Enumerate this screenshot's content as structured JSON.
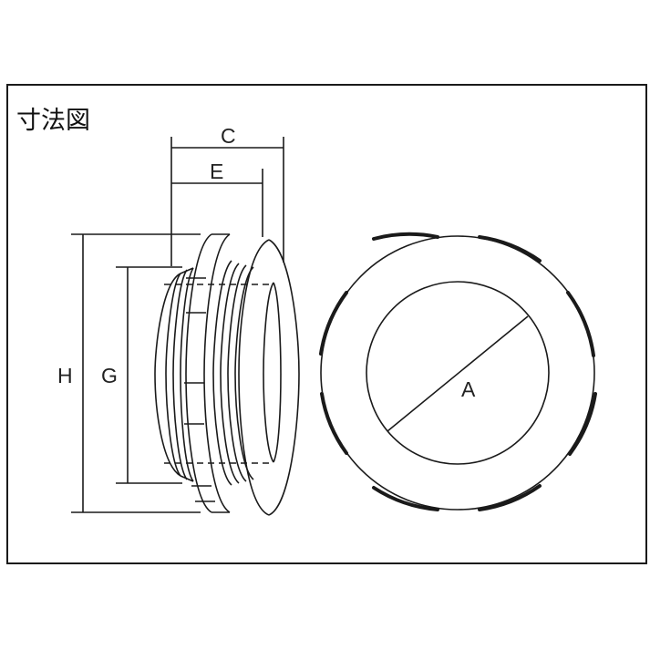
{
  "title": "寸法図",
  "labels": {
    "C": "C",
    "E": "E",
    "H": "H",
    "G": "G",
    "A": "A"
  },
  "colors": {
    "line": "#1a1a1a",
    "background": "#ffffff"
  }
}
